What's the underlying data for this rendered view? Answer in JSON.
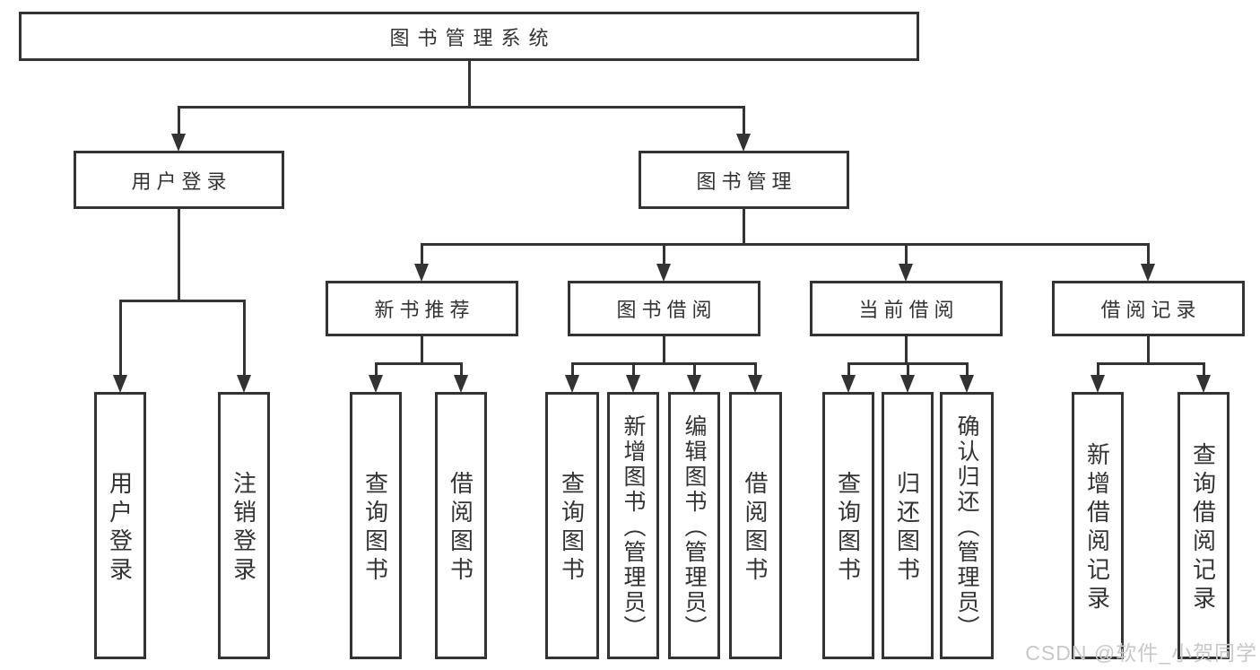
{
  "diagram_title": "图书管理系统",
  "nodes": [
    {
      "id": "root",
      "label": "图书管理系统",
      "level": 0
    },
    {
      "id": "user-login",
      "label": "用户登录",
      "level": 1
    },
    {
      "id": "book-management",
      "label": "图书管理",
      "level": 1
    },
    {
      "id": "new-book-recommend",
      "label": "新书推荐",
      "level": 2
    },
    {
      "id": "book-borrow",
      "label": "图书借阅",
      "level": 2
    },
    {
      "id": "current-borrow",
      "label": "当前借阅",
      "level": 2
    },
    {
      "id": "borrow-records",
      "label": "借阅记录",
      "level": 2
    },
    {
      "id": "leaf-user-login",
      "label": "用户登录",
      "level": 3
    },
    {
      "id": "leaf-logout",
      "label": "注销登录",
      "level": 3
    },
    {
      "id": "leaf-query-books-1",
      "label": "查询图书",
      "level": 3
    },
    {
      "id": "leaf-borrow-books-1",
      "label": "借阅图书",
      "level": 3
    },
    {
      "id": "leaf-query-books-2",
      "label": "查询图书",
      "level": 3
    },
    {
      "id": "leaf-add-books-admin",
      "label": "新增图书（管理员）",
      "level": 3
    },
    {
      "id": "leaf-edit-books-admin",
      "label": "编辑图书（管理员）",
      "level": 3
    },
    {
      "id": "leaf-borrow-books-2",
      "label": "借阅图书",
      "level": 3
    },
    {
      "id": "leaf-query-books-3",
      "label": "查询图书",
      "level": 3
    },
    {
      "id": "leaf-return-books",
      "label": "归还图书",
      "level": 3
    },
    {
      "id": "leaf-confirm-return-admin",
      "label": "确认归还（管理员）",
      "level": 3
    },
    {
      "id": "leaf-add-borrow-record",
      "label": "新增借阅记录",
      "level": 3
    },
    {
      "id": "leaf-query-borrow-record",
      "label": "查询借阅记录",
      "level": 3
    }
  ],
  "edges": [
    {
      "parent": "root",
      "children": [
        "user-login",
        "book-management"
      ]
    },
    {
      "parent": "user-login",
      "children": [
        "leaf-user-login",
        "leaf-logout"
      ]
    },
    {
      "parent": "book-management",
      "children": [
        "new-book-recommend",
        "book-borrow",
        "current-borrow",
        "borrow-records"
      ]
    },
    {
      "parent": "new-book-recommend",
      "children": [
        "leaf-query-books-1",
        "leaf-borrow-books-1"
      ]
    },
    {
      "parent": "book-borrow",
      "children": [
        "leaf-query-books-2",
        "leaf-add-books-admin",
        "leaf-edit-books-admin",
        "leaf-borrow-books-2"
      ]
    },
    {
      "parent": "current-borrow",
      "children": [
        "leaf-query-books-3",
        "leaf-return-books",
        "leaf-confirm-return-admin"
      ]
    },
    {
      "parent": "borrow-records",
      "children": [
        "leaf-add-borrow-record",
        "leaf-query-borrow-record"
      ]
    }
  ],
  "watermark": {
    "text": "CSDN @软件_小贺同学"
  },
  "colors": {
    "line": "#333333",
    "text": "#333333",
    "background": "#ffffff",
    "box_fill": "#ffffff",
    "watermark": "#c8c8c8"
  }
}
